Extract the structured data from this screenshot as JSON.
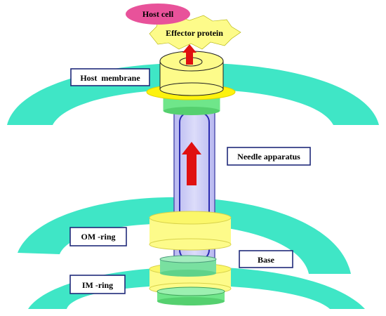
{
  "labels": {
    "host_cell": "Host cell",
    "effector_protein": "Effector protein",
    "host_membrane": "Host  membrane",
    "needle_apparatus": "Needle apparatus",
    "om_ring": "OM -ring",
    "base": "Base",
    "im_ring": "IM -ring"
  },
  "colors": {
    "membrane": "#3fe6c6",
    "ring_yellow": "#fdfb8a",
    "ring_green": "#6fe68a",
    "needle": "#c9c9f5",
    "arrow": "#e01010",
    "host_cell": "#e8529a",
    "effector": "#fdfb8a",
    "label_border": "#1f2a7a"
  }
}
